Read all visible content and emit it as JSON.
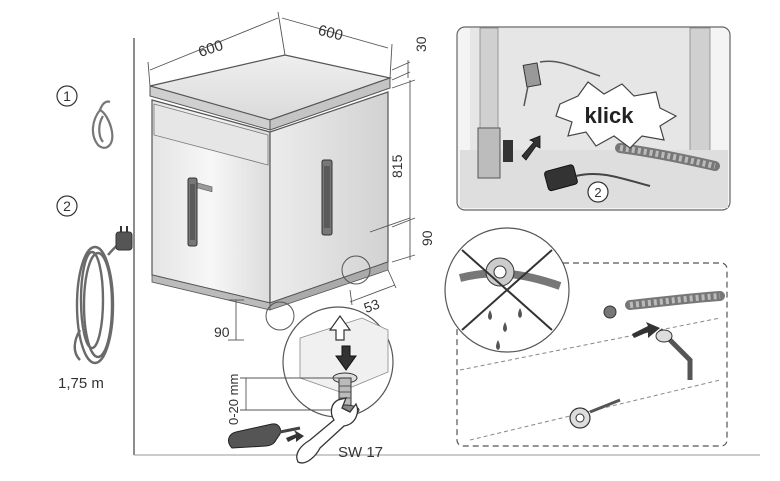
{
  "parts": {
    "part1_number": "1",
    "part2_number": "2",
    "cable_length": "1,75 m"
  },
  "dimensions": {
    "width": "600",
    "depth": "600",
    "top_gap": "30",
    "height": "815",
    "plinth_height": "90",
    "front_plinth": "90",
    "plinth_depth": "53",
    "foot_adjust": "0-20 mm"
  },
  "tool": {
    "wrench_size": "SW 17"
  },
  "callouts": {
    "klick": "klick",
    "plug_number": "2"
  }
}
